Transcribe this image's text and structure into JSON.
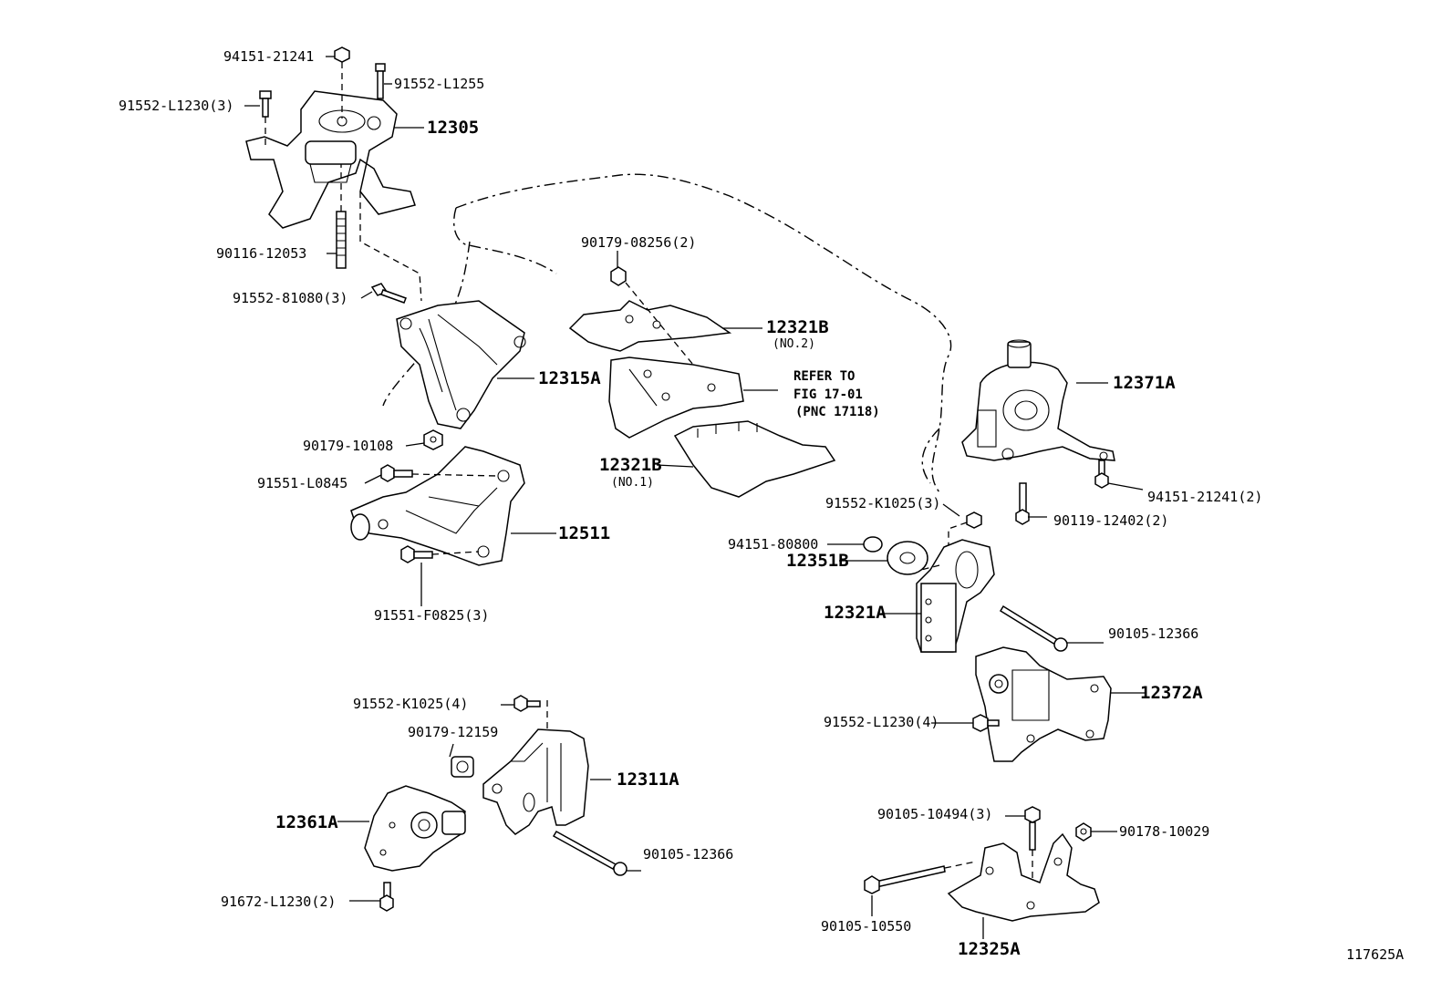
{
  "diagram_id": "117625A",
  "labels": {
    "p94151_21241": "94151-21241",
    "p91552_L1255": "91552-L1255",
    "p91552_L1230_3": "91552-L1230(3)",
    "p12305": "12305",
    "p90116_12053": "90116-12053",
    "p91552_81080_3": "91552-81080(3)",
    "p12315A": "12315A",
    "p90179_10108": "90179-10108",
    "p91551_L0845": "91551-L0845",
    "p12511": "12511",
    "p91551_F0825_3": "91551-F0825(3)",
    "p90179_08256_2": "90179-08256(2)",
    "p12321B_top": "12321B",
    "p12321B_top_sub": "(NO.2)",
    "refer_line1": "REFER TO",
    "refer_line2": "FIG 17-01",
    "refer_line3": "(PNC 17118)",
    "p12321B_bot": "12321B",
    "p12321B_bot_sub": "(NO.1)",
    "p12371A": "12371A",
    "p94151_21241_2": "94151-21241(2)",
    "p90119_12402_2": "90119-12402(2)",
    "p91552_K1025_3": "91552-K1025(3)",
    "p94151_80800": "94151-80800",
    "p12351B": "12351B",
    "p12321A": "12321A",
    "p90105_12366_r": "90105-12366",
    "p12372A": "12372A",
    "p91552_L1230_4": "91552-L1230(4)",
    "p91552_K1025_4": "91552-K1025(4)",
    "p90179_12159": "90179-12159",
    "p12311A": "12311A",
    "p12361A": "12361A",
    "p90105_12366_l": "90105-12366",
    "p91672_L1230_2": "91672-L1230(2)",
    "p90105_10494_3": "90105-10494(3)",
    "p90178_10029": "90178-10029",
    "p90105_10550": "90105-10550",
    "p12325A": "12325A"
  }
}
